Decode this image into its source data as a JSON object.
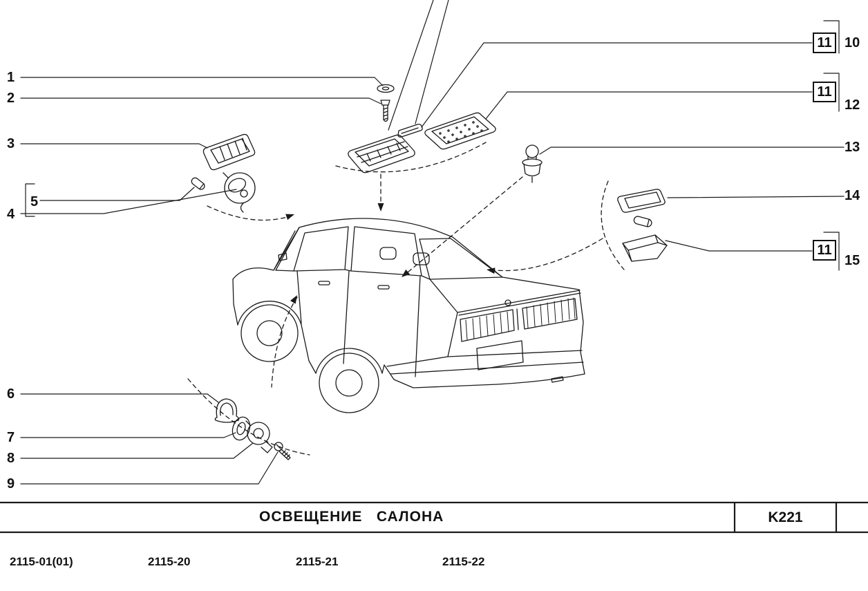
{
  "callouts": {
    "n1": "1",
    "n2": "2",
    "n3": "3",
    "n4": "4",
    "n5": "5",
    "n6": "6",
    "n7": "7",
    "n8": "8",
    "n9": "9",
    "n10": "10",
    "n11": "11",
    "n12": "12",
    "n13": "13",
    "n14": "14",
    "n15": "15"
  },
  "title_block": {
    "title": "ОСВЕЩЕНИЕ   САЛОНА",
    "code": "K221"
  },
  "footer_codes": {
    "c0": "2115-01(01)",
    "c1": "2115-20",
    "c2": "2115-21",
    "c3": "2115-22"
  },
  "colors": {
    "line": "#1a1a1a",
    "background": "#ffffff"
  }
}
